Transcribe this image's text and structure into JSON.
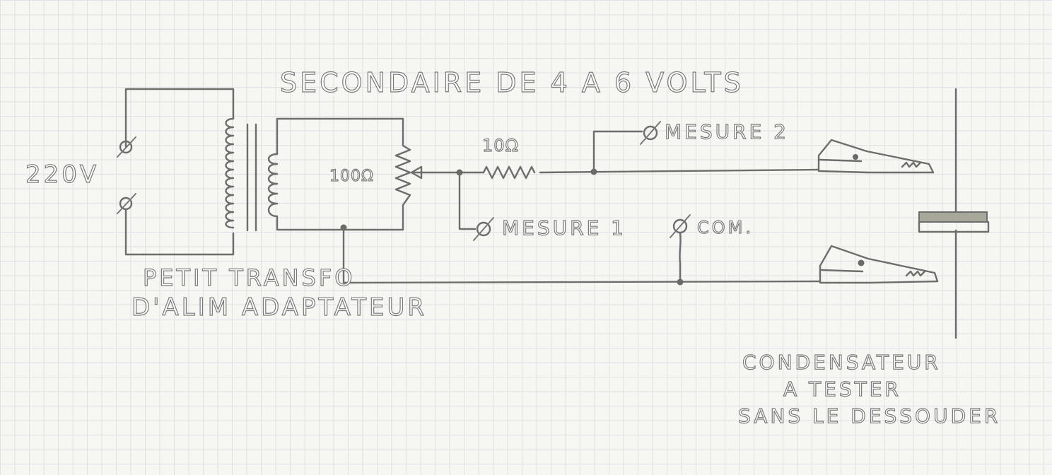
{
  "labels": {
    "secondary": "SECONDAIRE  DE  4 A 6 VOLTS",
    "mains": "220V",
    "transfo_line1": "PETIT TRANSFO",
    "transfo_line2": "D'ALIM ADAPTATEUR",
    "pot": "100Ω",
    "resistor": "10Ω",
    "mesure1": "MESURE 1",
    "mesure2": "MESURE 2",
    "com": "COM.",
    "capacitor_line1": "CONDENSATEUR",
    "capacitor_line2": "A TESTER",
    "capacitor_line3": "SANS LE DESSOUDER"
  },
  "colors": {
    "pencil": "#6d6d6d",
    "grid": "#dfe1e6",
    "paper": "#f6f6f3",
    "capacitor_fill": "#a7a89a"
  }
}
